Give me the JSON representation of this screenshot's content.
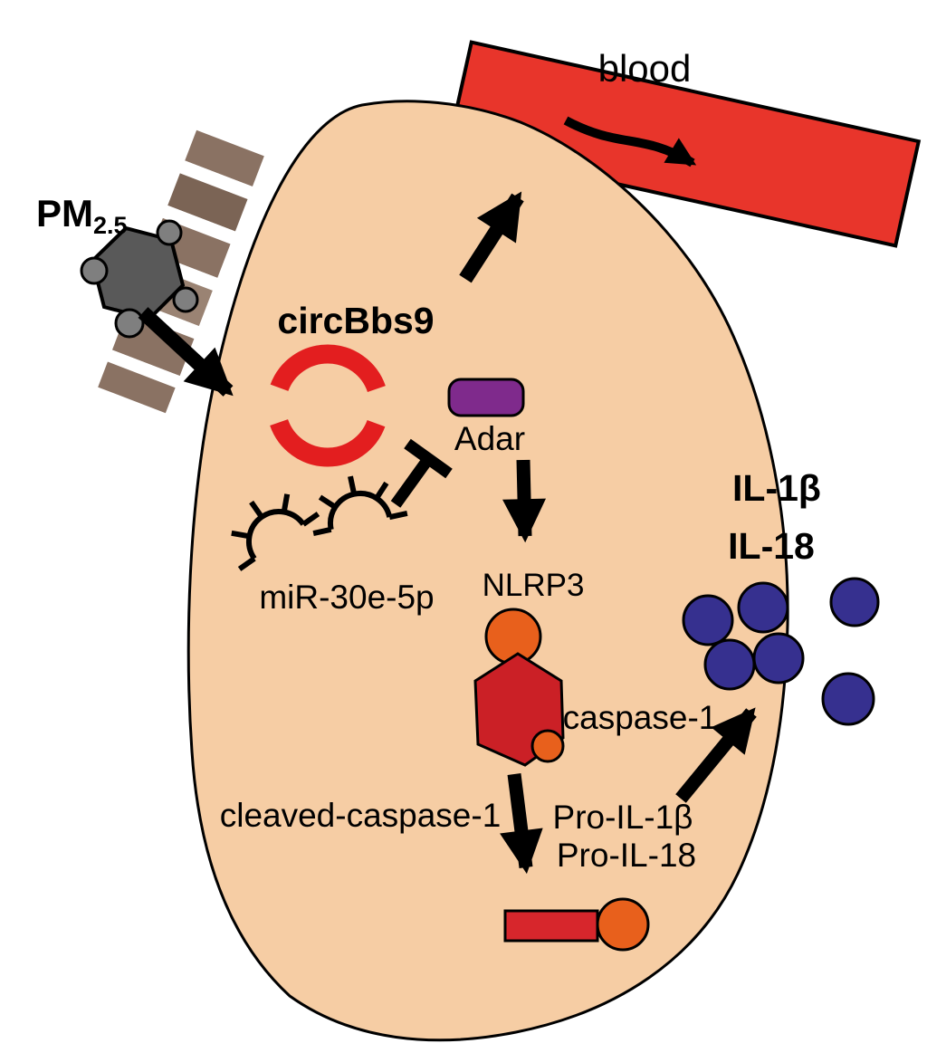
{
  "diagram": {
    "labels": {
      "blood": "blood",
      "pm": "PM",
      "pm_sub": "2.5",
      "circ": "circBbs9",
      "adar": "Adar",
      "mir": "miR-30e-5p",
      "nlrp3": "NLRP3",
      "caspase1": "caspase-1",
      "cleaved": "cleaved-caspase-1",
      "pro_il1b": "Pro-IL-1β",
      "pro_il18": "Pro-IL-18",
      "il1b": "IL-1β",
      "il18": "IL-18"
    },
    "colors": {
      "cell": "#f6cda4",
      "blood_vessel": "#e8352b",
      "circ_ring": "#e31e1f",
      "adar_protein": "#7f2a8c",
      "inflammasome_red": "#cb2026",
      "inflammasome_orange": "#e8601c",
      "cleaved_bar": "#d7262c",
      "cytokine_blue": "#36308f",
      "pm_particle": "#595959",
      "pm_particle_small": "#7f7f7f",
      "tube_stripe": "#8a7263",
      "tube_stripe_dark": "#7b6455",
      "tube_stripe_light": "#9a8373",
      "outline": "#000000"
    }
  }
}
